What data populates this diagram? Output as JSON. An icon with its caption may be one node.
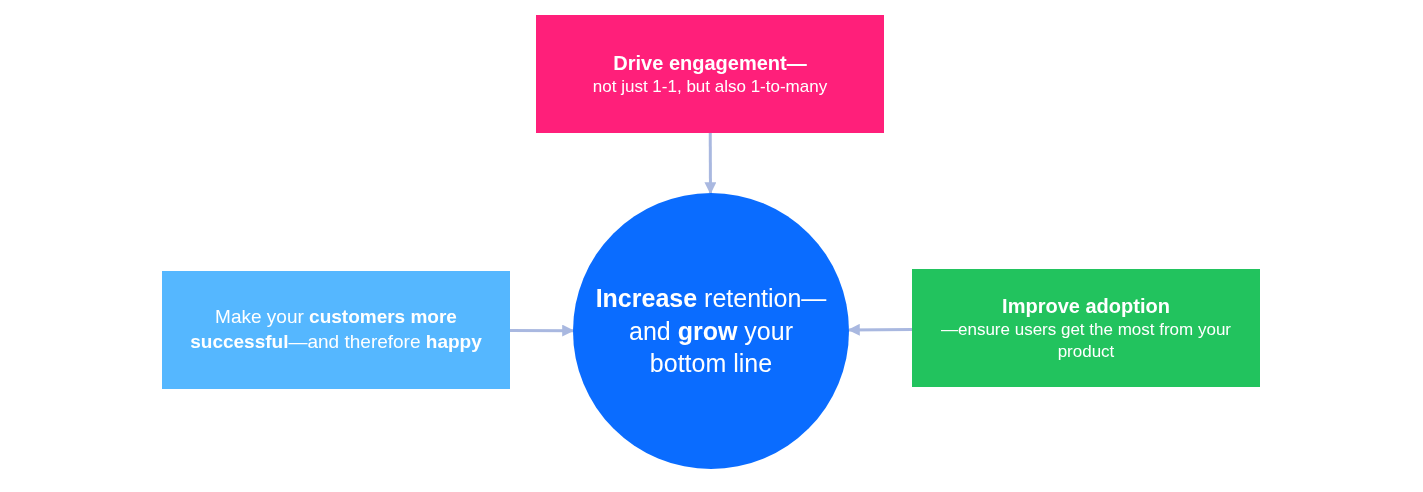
{
  "diagram": {
    "nodes": [
      {
        "text": [
          "Drive engagement—",
          "not just 1-1, but also 1-to-many"
        ]
      },
      {
        "text": [
          "Make your **customers more successful**—and therefore **happy**"
        ]
      },
      {
        "text": [
          "**Increase** retention—and **grow** your bottom line"
        ]
      },
      {
        "text": [
          "Improve adoption",
          "—ensure users get the most from your product"
        ]
      }
    ],
    "edges": [
      {
        "from": 0,
        "to": 2,
        "arrow": "to"
      },
      {
        "from": 1,
        "to": 2,
        "arrow": "to"
      },
      {
        "from": 3,
        "to": 2,
        "arrow": "to"
      }
    ]
  }
}
